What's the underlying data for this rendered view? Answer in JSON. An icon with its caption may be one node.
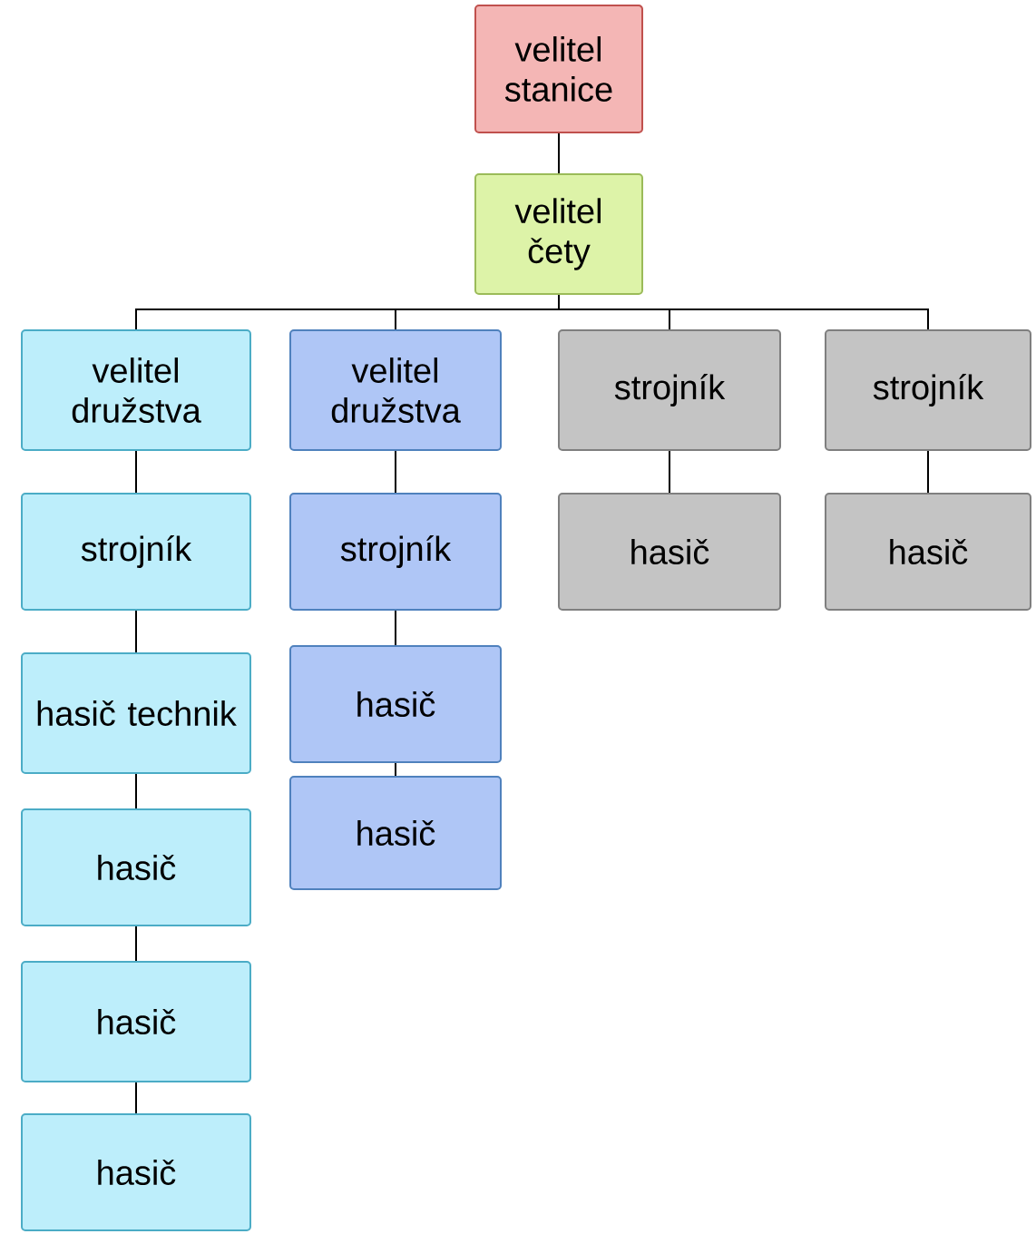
{
  "diagram": {
    "nodes": [
      {
        "text": [
          "velitel stanice"
        ]
      },
      {
        "text": [
          "velitel čety"
        ]
      },
      {
        "text": [
          "velitel družstva"
        ]
      },
      {
        "text": [
          "velitel družstva"
        ]
      },
      {
        "text": [
          "strojník"
        ]
      },
      {
        "text": [
          "strojník"
        ]
      },
      {
        "text": [
          "strojník"
        ]
      },
      {
        "text": [
          "strojník"
        ]
      },
      {
        "text": [
          "hasič"
        ]
      },
      {
        "text": [
          "hasič"
        ]
      },
      {
        "text": [
          "hasič technik"
        ]
      },
      {
        "text": [
          "hasič"
        ]
      },
      {
        "text": [
          "hasič"
        ]
      },
      {
        "text": [
          "hasič"
        ]
      },
      {
        "text": [
          "hasič"
        ]
      },
      {
        "text": [
          "hasič"
        ]
      }
    ],
    "edges": [
      {
        "from": 0,
        "to": 1,
        "arrow": "none"
      },
      {
        "from": 1,
        "to": 2,
        "arrow": "none"
      },
      {
        "from": 1,
        "to": 3,
        "arrow": "none"
      },
      {
        "from": 1,
        "to": 4,
        "arrow": "none"
      },
      {
        "from": 1,
        "to": 5,
        "arrow": "none"
      },
      {
        "from": 2,
        "to": 6,
        "arrow": "none"
      },
      {
        "from": 3,
        "to": 7,
        "arrow": "none"
      },
      {
        "from": 4,
        "to": 8,
        "arrow": "none"
      },
      {
        "from": 5,
        "to": 9,
        "arrow": "none"
      },
      {
        "from": 6,
        "to": 10,
        "arrow": "none"
      },
      {
        "from": 7,
        "to": 11,
        "arrow": "none"
      },
      {
        "from": 10,
        "to": 12,
        "arrow": "none"
      },
      {
        "from": 11,
        "to": 13,
        "arrow": "none"
      },
      {
        "from": 12,
        "to": 14,
        "arrow": "none"
      },
      {
        "from": 14,
        "to": 15,
        "arrow": "none"
      }
    ]
  }
}
